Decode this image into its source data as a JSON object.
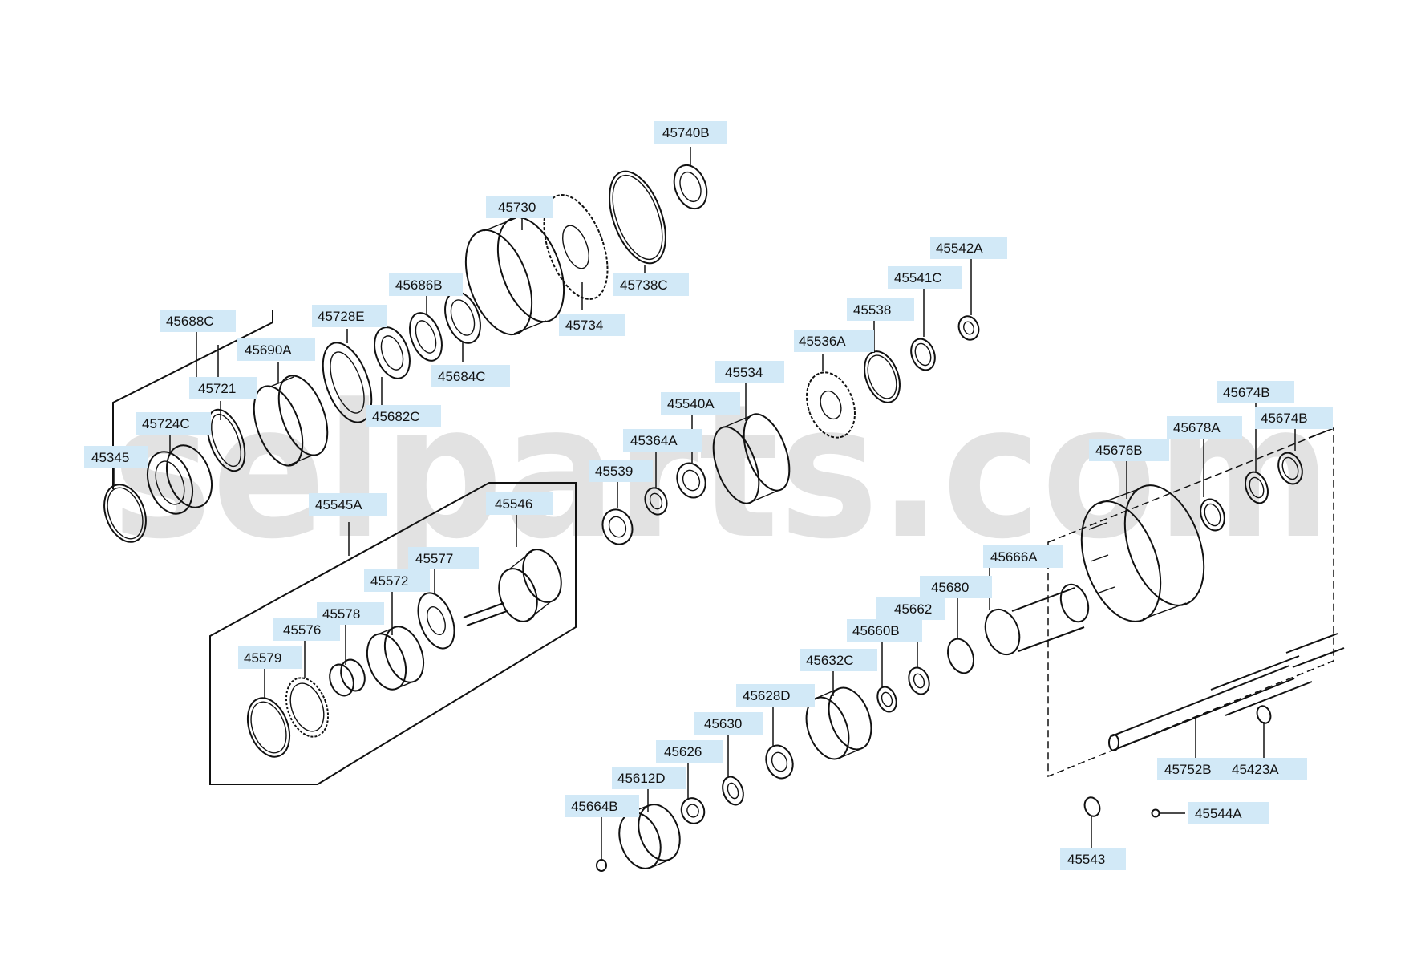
{
  "watermark": "selparts.com",
  "callouts": [
    {
      "id": "45740B"
    },
    {
      "id": "45730"
    },
    {
      "id": "45738C"
    },
    {
      "id": "45734"
    },
    {
      "id": "45686B"
    },
    {
      "id": "45684C"
    },
    {
      "id": "45728E"
    },
    {
      "id": "45682C"
    },
    {
      "id": "45688C"
    },
    {
      "id": "45690A"
    },
    {
      "id": "45721"
    },
    {
      "id": "45724C"
    },
    {
      "id": "45345"
    },
    {
      "id": "45542A"
    },
    {
      "id": "45541C"
    },
    {
      "id": "45538"
    },
    {
      "id": "45536A"
    },
    {
      "id": "45534"
    },
    {
      "id": "45540A"
    },
    {
      "id": "45364A"
    },
    {
      "id": "45539"
    },
    {
      "id": "45674B"
    },
    {
      "id": "45674B"
    },
    {
      "id": "45678A"
    },
    {
      "id": "45676B"
    },
    {
      "id": "45545A"
    },
    {
      "id": "45546"
    },
    {
      "id": "45577"
    },
    {
      "id": "45572"
    },
    {
      "id": "45578"
    },
    {
      "id": "45576"
    },
    {
      "id": "45579"
    },
    {
      "id": "45666A"
    },
    {
      "id": "45680"
    },
    {
      "id": "45662"
    },
    {
      "id": "45660B"
    },
    {
      "id": "45632C"
    },
    {
      "id": "45628D"
    },
    {
      "id": "45630"
    },
    {
      "id": "45626"
    },
    {
      "id": "45612D"
    },
    {
      "id": "45664B"
    },
    {
      "id": "45752B"
    },
    {
      "id": "45423A"
    },
    {
      "id": "45543"
    },
    {
      "id": "45544A"
    }
  ]
}
